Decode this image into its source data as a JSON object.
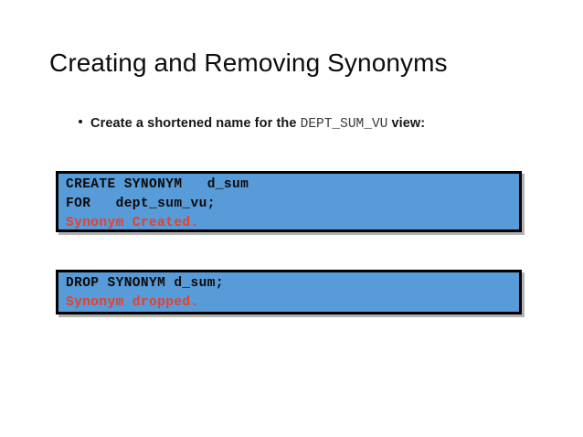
{
  "slide": {
    "title": "Creating and Removing Synonyms",
    "background_color": "#ffffff",
    "bullet": {
      "icon": "bullet-dot-icon",
      "text_before": "Create a shortened name for the ",
      "code_term": "DEPT_SUM_VU",
      "text_after": " view:"
    },
    "code_blocks": [
      {
        "id": "create-synonym",
        "background_color": "#589bd9",
        "border_color": "#000000",
        "lines": [
          {
            "text": "CREATE SYNONYM   d_sum",
            "kind": "sql",
            "color": "#0a0a0a"
          },
          {
            "text": "FOR   dept_sum_vu;",
            "kind": "sql",
            "color": "#0a0a0a"
          },
          {
            "text": "Synonym Created.",
            "kind": "result",
            "color": "#e8402a"
          }
        ]
      },
      {
        "id": "drop-synonym",
        "background_color": "#589bd9",
        "border_color": "#000000",
        "lines": [
          {
            "text": "DROP SYNONYM d_sum;",
            "kind": "sql",
            "color": "#0a0a0a"
          },
          {
            "text": "Synonym dropped.",
            "kind": "result",
            "color": "#e8402a"
          }
        ]
      }
    ]
  }
}
